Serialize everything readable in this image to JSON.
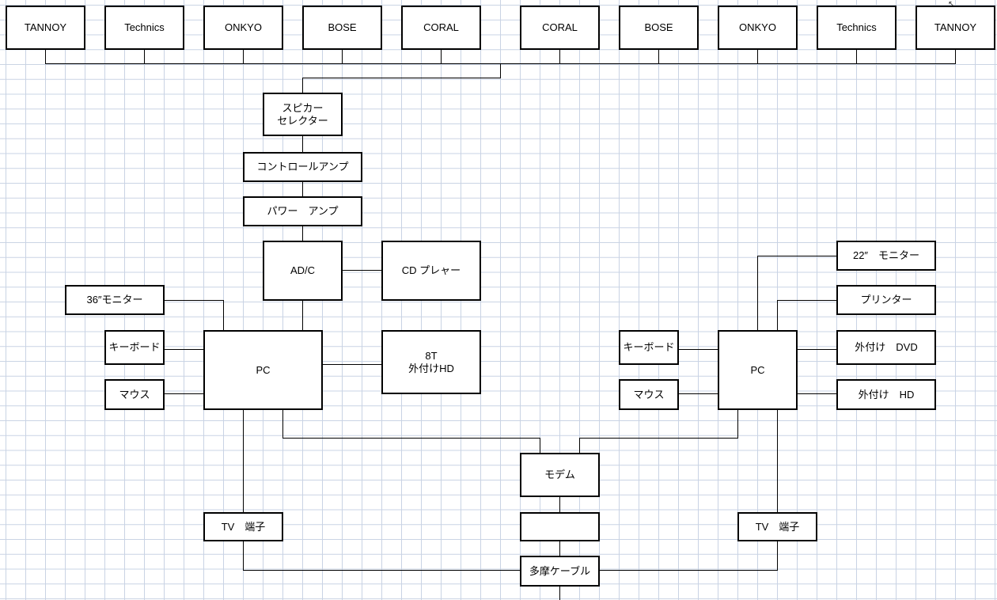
{
  "speakers_left": [
    "TANNOY",
    "Technics",
    "ONKYO",
    "BOSE",
    "CORAL"
  ],
  "speakers_right": [
    "CORAL",
    "BOSE",
    "ONKYO",
    "Technics",
    "TANNOY"
  ],
  "audio": {
    "speaker_selector": "スピカー\nセレクター",
    "control_amp": "コントロールアンプ",
    "power_amp": "パワー　アンプ",
    "adc": "AD/C",
    "cd_player": "CD プレャー"
  },
  "left_pc": {
    "pc": "PC",
    "monitor": "36″モニター",
    "keyboard": "キーボード",
    "mouse": "マウス",
    "external_hd": "8T\n外付けHD",
    "tv": "TV　端子"
  },
  "right_pc": {
    "pc": "PC",
    "monitor": "22″　モニター",
    "printer": "プリンター",
    "keyboard": "キーボード",
    "mouse": "マウス",
    "external_dvd": "外付け　DVD",
    "external_hd": "外付け　HD",
    "tv": "TV　端子"
  },
  "network": {
    "modem": "モデム",
    "blank": "",
    "cable": "多摩ケーブル"
  }
}
